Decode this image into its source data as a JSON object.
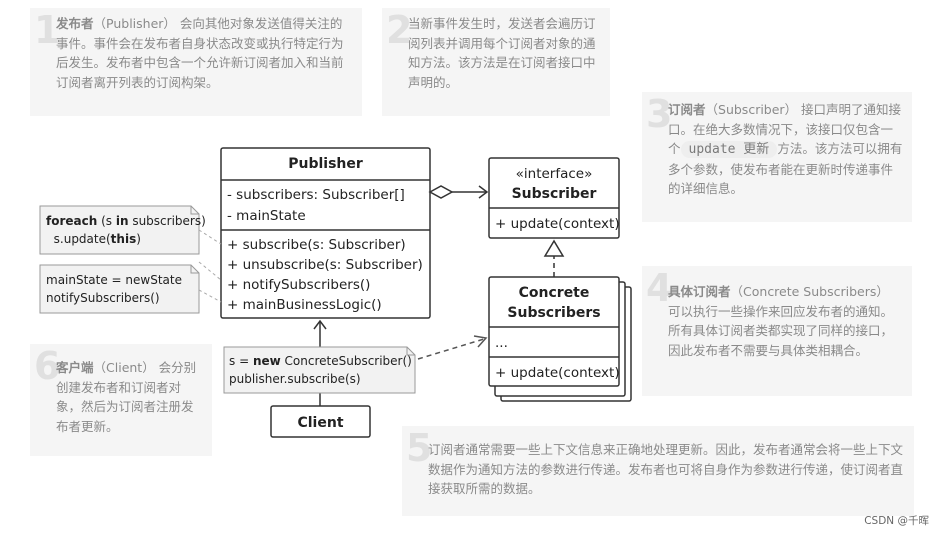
{
  "notes": [
    {
      "num": "1",
      "title": "发布者",
      "rest": "（Publisher） 会向其他对象发送值得关注的事件。事件会在发布者自身状态改变或执行特定行为后发生。发布者中包含一个允许新订阅者加入和当前订阅者离开列表的订阅构架。"
    },
    {
      "num": "2",
      "title": "",
      "rest": "当新事件发生时，发送者会遍历订阅列表并调用每个订阅者对象的通知方法。该方法是在订阅者接口中声明的。"
    },
    {
      "num": "3",
      "title": "订阅者",
      "rest_a": "（Subscriber） 接口声明了通知接口。在绝大多数情况下，该接口仅包含一个",
      "code": "update 更新",
      "rest_b": "方法。该方法可以拥有多个参数，使发布者能在更新时传递事件的详细信息。"
    },
    {
      "num": "4",
      "title": "具体订阅者",
      "rest": "（Concrete Subscribers） 可以执行一些操作来回应发布者的通知。所有具体订阅者类都实现了同样的接口，因此发布者不需要与具体类相耦合。"
    },
    {
      "num": "5",
      "title": "",
      "rest": "订阅者通常需要一些上下文信息来正确地处理更新。因此，发布者通常会将一些上下文数据作为通知方法的参数进行传递。发布者也可将自身作为参数进行传递，使订阅者直接获取所需的数据。"
    },
    {
      "num": "6",
      "title": "客户端",
      "rest": "（Client） 会分别创建发布者和订阅者对象，然后为订阅者注册发布者更新。"
    }
  ],
  "publisher": {
    "name": "Publisher",
    "fields": [
      "- subscribers: Subscriber[]",
      "- mainState"
    ],
    "methods": [
      "+ subscribe(s: Subscriber)",
      "+ unsubscribe(s: Subscriber)",
      "+ notifySubscribers()",
      "+ mainBusinessLogic()"
    ]
  },
  "subscriber": {
    "stereotype": "«interface»",
    "name": "Subscriber",
    "methods": [
      "+ update(context)"
    ]
  },
  "concrete": {
    "name_line1": "Concrete",
    "name_line2": "Subscribers",
    "fields": [
      "..."
    ],
    "methods": [
      "+ update(context)"
    ]
  },
  "client": {
    "name": "Client"
  },
  "callouts": {
    "foreach": {
      "kw1": "foreach",
      "mid1": " (s ",
      "kw2": "in",
      "mid2": " subscribers)",
      "line2a": "s.update(",
      "kw3": "this",
      "line2b": ")"
    },
    "mainstate": {
      "line1": "mainState = newState",
      "line2": "notifySubscribers()"
    },
    "client": {
      "pre": "s = ",
      "kw": "new",
      "post": " ConcreteSubscriber()",
      "line2": "publisher.subscribe(s)"
    }
  },
  "watermark": "CSDN @千晖",
  "colors": {
    "note_bg": "#f5f5f5",
    "note_num": "#e0e0e0",
    "uml_border": "#333333",
    "callout_bg": "#f2f2f2"
  }
}
